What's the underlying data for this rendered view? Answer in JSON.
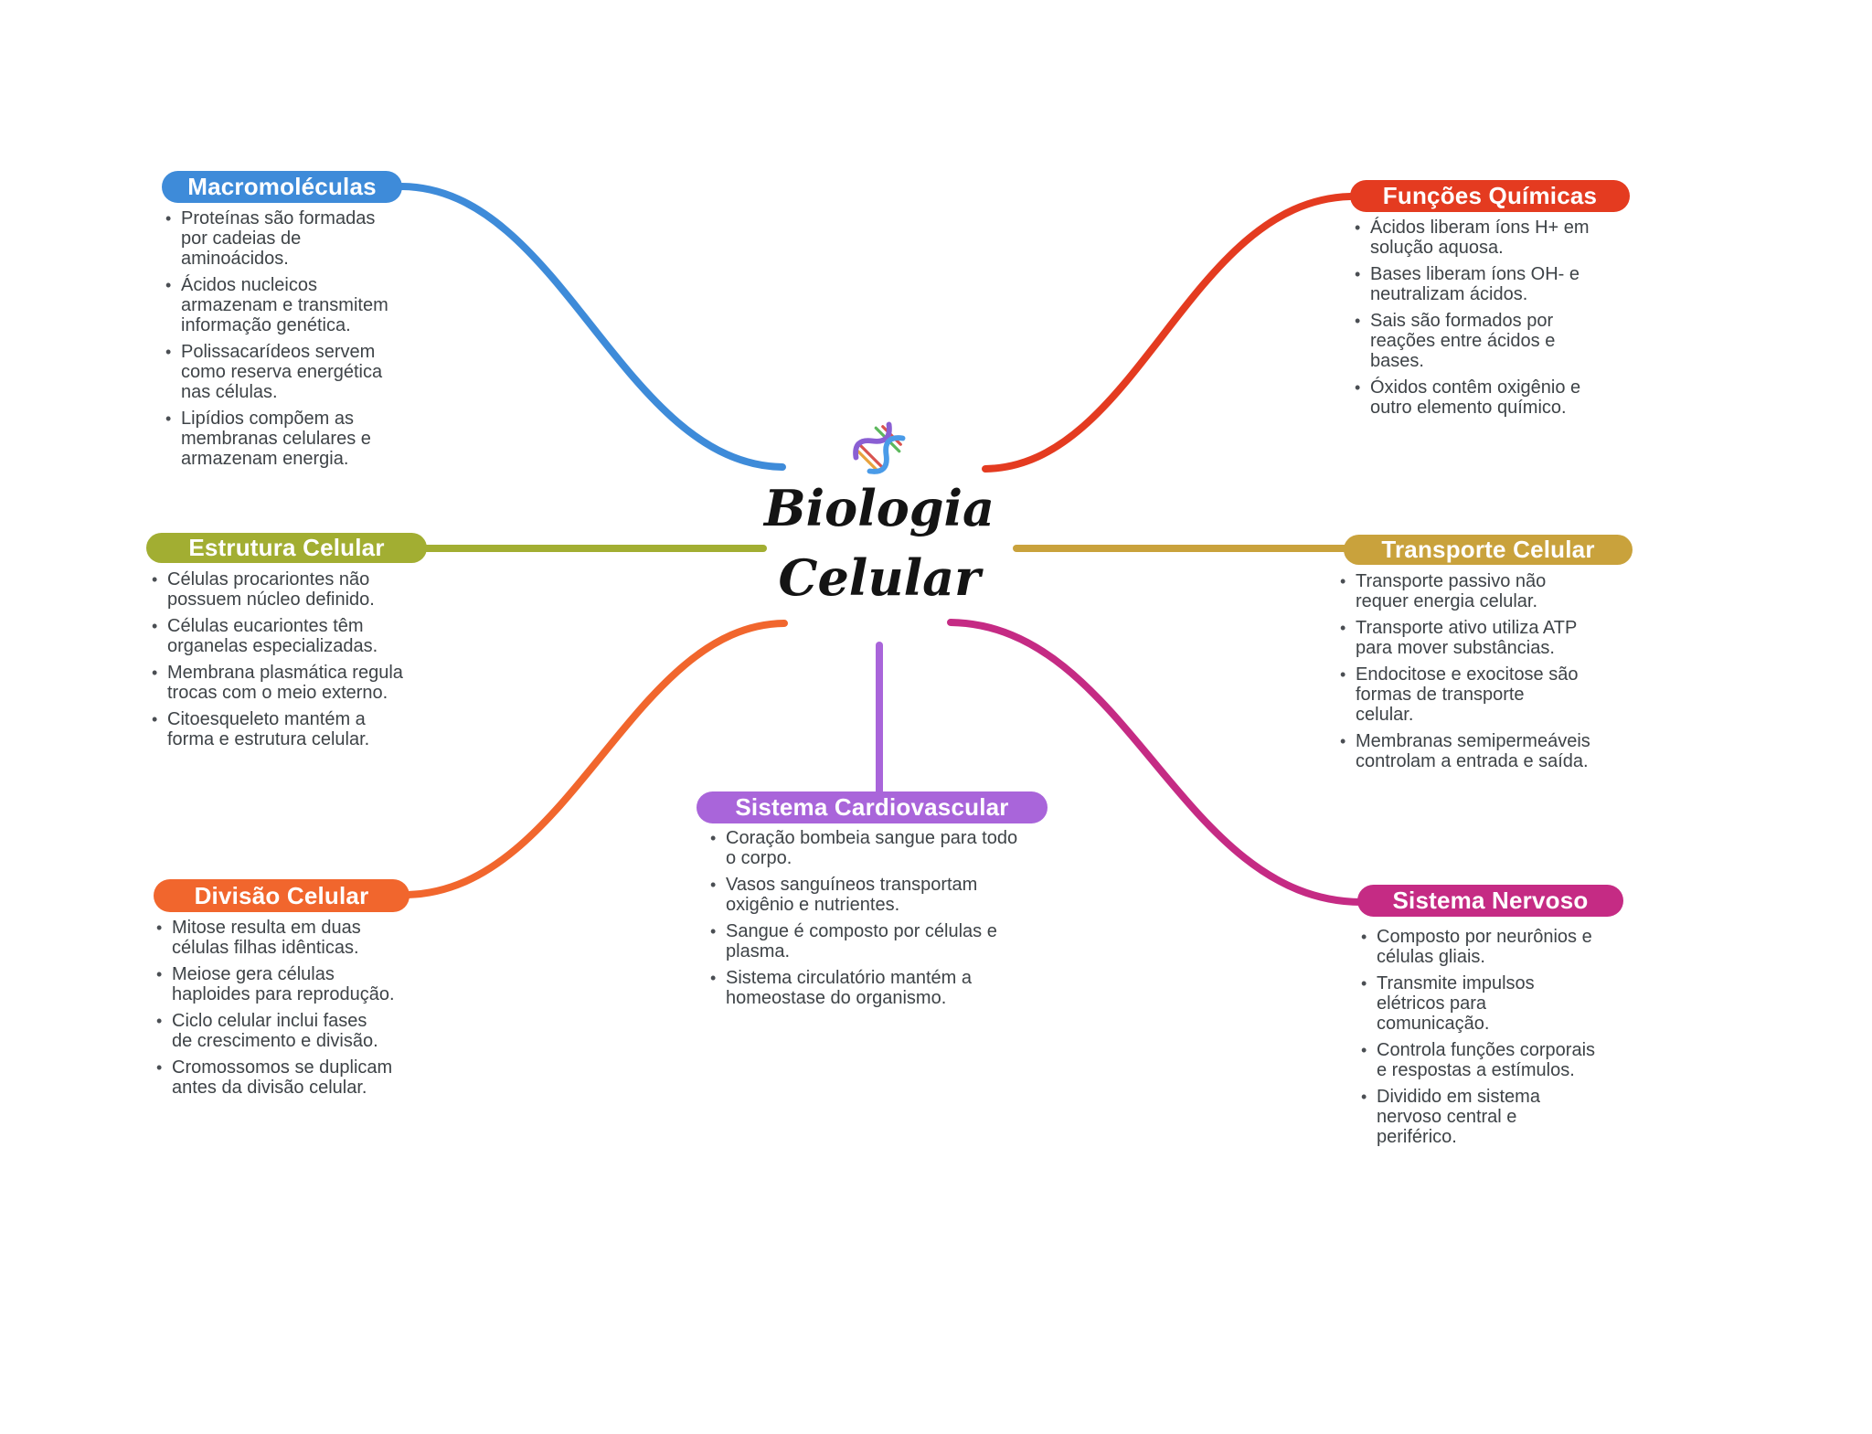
{
  "center": {
    "title_line1": "Biologia",
    "title_line2": "Celular",
    "icon": "dna-icon",
    "title_color": "#141414"
  },
  "text_color": "#3e4347",
  "bullet_glyph": "•",
  "branches": [
    {
      "id": "macromoleculas",
      "label": "Macromoléculas",
      "color": "#3e8bd9",
      "position": "top-left",
      "bullets": [
        "Proteínas são formadas\npor cadeias de\naminoácidos.",
        "Ácidos nucleicos\narmazenam e transmitem\ninformação genética.",
        "Polissacarídeos servem\ncomo reserva energética\nnas células.",
        "Lipídios compõem as\nmembranas celulares e\narmazenam energia."
      ]
    },
    {
      "id": "funcoes-quimicas",
      "label": "Funções Químicas",
      "color": "#e43b20",
      "position": "top-right",
      "bullets": [
        "Ácidos liberam íons H+ em\nsolução aquosa.",
        "Bases liberam íons OH- e\nneutralizam ácidos.",
        "Sais são formados por\nreações entre ácidos e\nbases.",
        "Óxidos contêm oxigênio e\noutro elemento químico."
      ]
    },
    {
      "id": "estrutura-celular",
      "label": "Estrutura Celular",
      "color": "#a2ae32",
      "position": "middle-left",
      "bullets": [
        "Células procariontes não\npossuem núcleo definido.",
        "Células eucariontes têm\norganelas especializadas.",
        "Membrana plasmática regula\ntrocas com o meio externo.",
        "Citoesqueleto mantém a\nforma e estrutura celular."
      ]
    },
    {
      "id": "transporte-celular",
      "label": "Transporte Celular",
      "color": "#c9a23c",
      "position": "middle-right",
      "bullets": [
        "Transporte passivo não\nrequer energia celular.",
        "Transporte ativo utiliza ATP\npara mover substâncias.",
        "Endocitose e exocitose são\nformas de transporte\ncelular.",
        "Membranas semipermeáveis\ncontrolam a entrada e saída."
      ]
    },
    {
      "id": "divisao-celular",
      "label": "Divisão Celular",
      "color": "#f1662d",
      "position": "bottom-left",
      "bullets": [
        "Mitose resulta em duas\ncélulas filhas idênticas.",
        "Meiose gera células\nhaploides para reprodução.",
        "Ciclo celular inclui fases\nde crescimento e divisão.",
        "Cromossomos se duplicam\nantes da divisão celular."
      ]
    },
    {
      "id": "sistema-nervoso",
      "label": "Sistema Nervoso",
      "color": "#c52b84",
      "position": "bottom-right",
      "bullets": [
        "Composto por neurônios e\ncélulas gliais.",
        "Transmite impulsos\nelétricos para\ncomunicação.",
        "Controla funções corporais\ne respostas a estímulos.",
        "Dividido em sistema\nnervoso central e\nperiférico."
      ]
    },
    {
      "id": "sistema-cardiovascular",
      "label": "Sistema Cardiovascular",
      "color": "#a965da",
      "position": "bottom-center",
      "bullets": [
        "Coração bombeia sangue para todo\no corpo.",
        "Vasos sanguíneos transportam\noxigênio e nutrientes.",
        "Sangue é composto por células e\nplasma.",
        "Sistema circulatório mantém a\nhomeostase do organismo."
      ]
    }
  ]
}
